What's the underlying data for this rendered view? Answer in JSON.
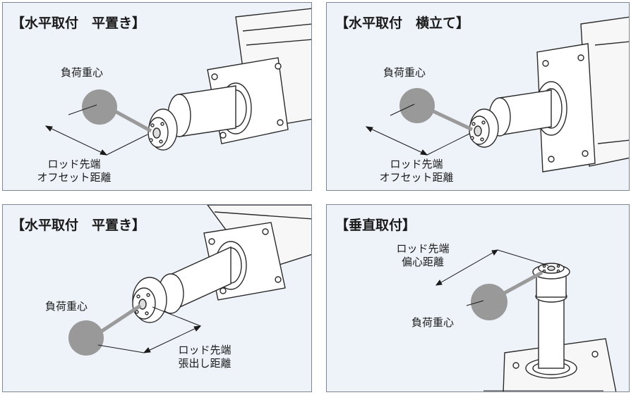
{
  "panels": [
    {
      "title": "【水平取付　平置き】",
      "load_center": "負荷重心",
      "distance_line1": "ロッド先端",
      "distance_line2": "オフセット距離"
    },
    {
      "title": "【水平取付　横立て】",
      "load_center": "負荷重心",
      "distance_line1": "ロッド先端",
      "distance_line2": "オフセット距離"
    },
    {
      "title": "【水平取付　平置き】",
      "load_center": "負荷重心",
      "distance_line1": "ロッド先端",
      "distance_line2": "張出し距離"
    },
    {
      "title": "【垂直取付】",
      "load_center": "負荷重心",
      "distance_line1": "ロッド先端",
      "distance_line2": "偏心距離"
    }
  ],
  "colors": {
    "panel_bg": "#eef2f9",
    "panel_border": "#7e8593",
    "load_circle": "#999999",
    "lines": "#1a1a1a"
  }
}
